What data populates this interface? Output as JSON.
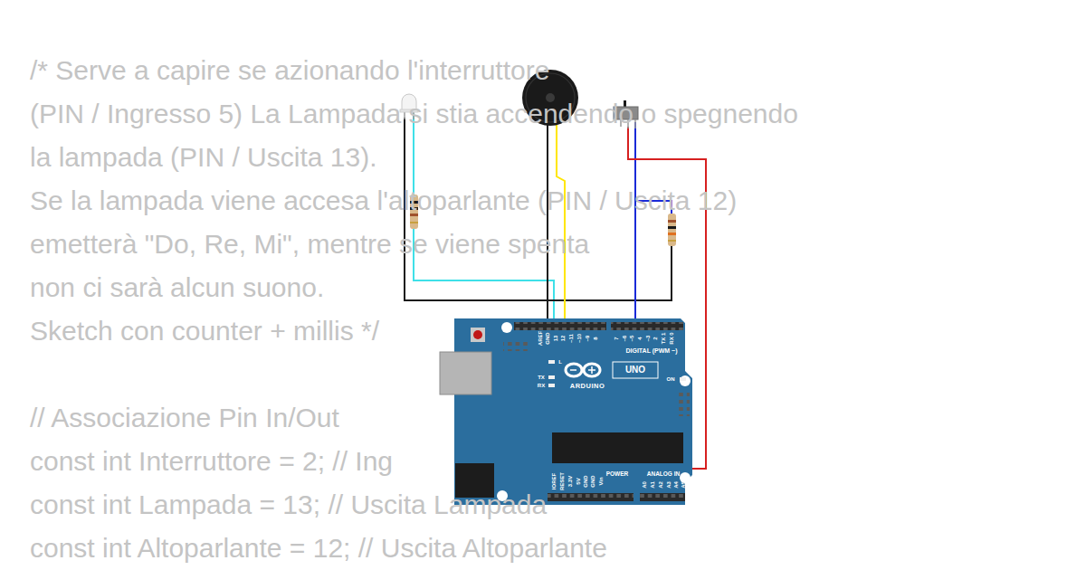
{
  "diagram": {
    "labels": [
      "/* Serve a capire se azionando l'interruttore",
      "(PIN / Ingresso 5) La Lampada si stia accendendo o spegnendo",
      "la lampada (PIN / Uscita 13).",
      "Se la lampada viene accesa l'altoparlante (PIN / Uscita 12)",
      "emetterà \"Do, Re, Mi\", mentre se viene spenta",
      "non ci sarà alcun suono.",
      "Sketch con counter + millis */",
      "// Associazione Pin In/Out",
      "const int Interruttore = 2; // Ing",
      "const int Lampada = 13; // Uscita Lampada",
      "const int Altoparlante = 12; // Uscita Altoparlante",
      "AREF",
      "GND",
      "13",
      "12",
      "~11",
      "~10",
      "~9",
      "8",
      "7",
      "~6",
      "~5",
      "4",
      "~3",
      "2",
      "TX 1",
      "RX 0",
      "DIGITAL (PWM ~)",
      "L",
      "TX",
      "RX",
      "UNO",
      "ARDUINO",
      "ON",
      "IOREF",
      "RESET",
      "3.3V",
      "5V",
      "GND",
      "GND",
      "Vin",
      "POWER",
      "ANALOG IN",
      "A0",
      "A1",
      "A2",
      "A3",
      "A4",
      "A5"
    ]
  }
}
